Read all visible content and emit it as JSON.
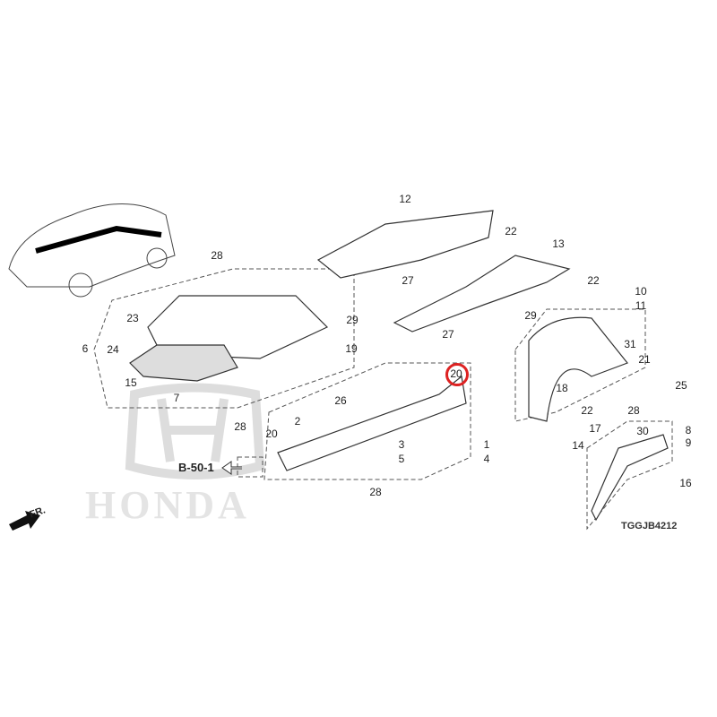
{
  "diagram": {
    "code": "TGGJB4212",
    "reference": "B-50-1",
    "direction": "FR.",
    "watermark": "HONDA",
    "highlight_color": "#dd2222",
    "callouts": [
      "12",
      "22",
      "13",
      "22",
      "27",
      "29",
      "29",
      "27",
      "28",
      "23",
      "6",
      "24",
      "19",
      "15",
      "7",
      "28",
      "20",
      "26",
      "2",
      "3",
      "5",
      "1",
      "4",
      "20",
      "28",
      "10",
      "11",
      "31",
      "21",
      "25",
      "18",
      "22",
      "28",
      "17",
      "14",
      "30",
      "8",
      "9",
      "16"
    ]
  }
}
